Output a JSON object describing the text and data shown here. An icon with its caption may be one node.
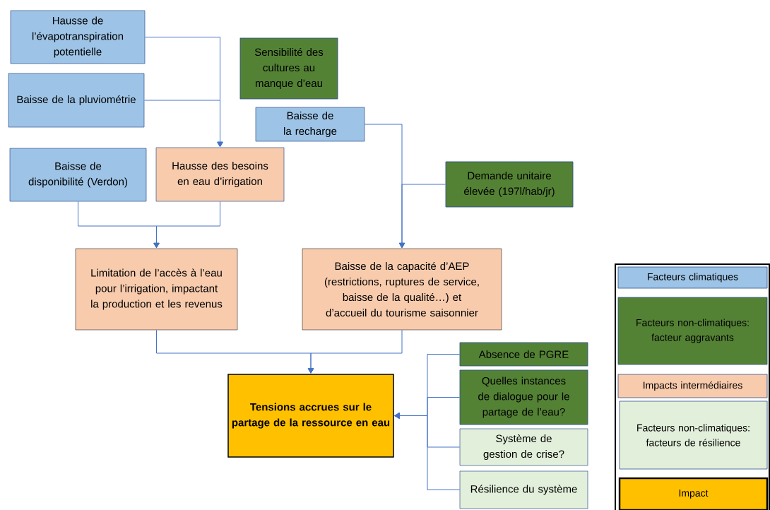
{
  "diagram": {
    "nodes": [
      {
        "text": [
          "Hausse de l’évapotranspiration potentielle"
        ]
      },
      {
        "text": [
          "Baisse de la pluviométrie"
        ]
      },
      {
        "text": [
          "Sensibilité des cultures au manque d’eau"
        ]
      },
      {
        "text": [
          "Baisse de la recharge"
        ]
      },
      {
        "text": [
          "Baisse de disponibilité (Verdon)"
        ]
      },
      {
        "text": [
          "Hausse des besoins en eau d’irrigation"
        ]
      },
      {
        "text": [
          "Demande unitaire élevée (197l/hab/jr)"
        ]
      },
      {
        "text": [
          "Limitation de l’accès à l’eau pour l’irrigation, impactant la production et les revenus"
        ]
      },
      {
        "text": [
          "Baisse de la capacité d’AEP (restrictions, ruptures de service, baisse de la qualité…) et d’accueil du tourisme saisonnier"
        ]
      },
      {
        "text": [
          "Absence de PGRE"
        ]
      },
      {
        "text": [
          "Tensions accrues sur le partage de la ressource en eau"
        ]
      },
      {
        "text": [
          "Quelles instances de dialogue pour le partage de l’eau?"
        ]
      },
      {
        "text": [
          "Système de gestion de crise?"
        ]
      },
      {
        "text": [
          "Résilience du système"
        ]
      }
    ],
    "edges": [
      {
        "from": 0,
        "to": 5,
        "arrow": "to"
      },
      {
        "from": 1,
        "to": 5,
        "arrow": "to"
      },
      {
        "from": 3,
        "to": 8,
        "arrow": "to"
      },
      {
        "from": 6,
        "to": 8,
        "arrow": "to"
      },
      {
        "from": 4,
        "to": 7,
        "arrow": "to"
      },
      {
        "from": 5,
        "to": 7,
        "arrow": "to"
      },
      {
        "from": 7,
        "to": 10,
        "arrow": "to"
      },
      {
        "from": 8,
        "to": 10,
        "arrow": "to"
      },
      {
        "from": 9,
        "to": 10,
        "arrow": "to"
      },
      {
        "from": 11,
        "to": 10,
        "arrow": "to"
      },
      {
        "from": 12,
        "to": 10,
        "arrow": "to"
      },
      {
        "from": 13,
        "to": 10,
        "arrow": "to"
      }
    ],
    "legend": [
      {
        "text": "Facteurs climatiques",
        "color": "#9dc3e6"
      },
      {
        "text": "Facteurs non-climatiques: facteur aggravants",
        "color": "#548235"
      },
      {
        "text": "Impacts intermédiaires",
        "color": "#f8cbad"
      },
      {
        "text": "Facteurs  non-climatiques: facteurs de résilience",
        "color": "#e2efda"
      },
      {
        "text": "Impact",
        "color": "#ffc000"
      }
    ]
  }
}
